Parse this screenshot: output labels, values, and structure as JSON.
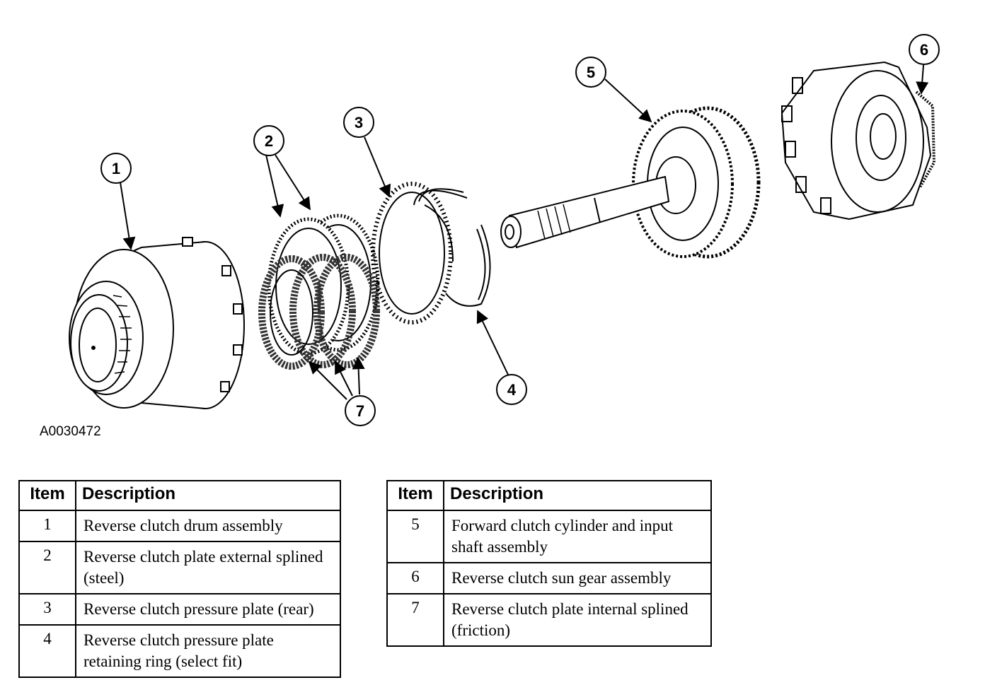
{
  "figure_id": "A0030472",
  "callouts": [
    "1",
    "2",
    "3",
    "4",
    "5",
    "6",
    "7"
  ],
  "legend_header": {
    "item": "Item",
    "description": "Description"
  },
  "legend_left": [
    {
      "item": "1",
      "description": "Reverse clutch drum assembly"
    },
    {
      "item": "2",
      "description": "Reverse clutch plate external splined (steel)"
    },
    {
      "item": "3",
      "description": "Reverse clutch pressure plate (rear)"
    },
    {
      "item": "4",
      "description": "Reverse clutch pressure plate retaining ring (select fit)"
    }
  ],
  "legend_right": [
    {
      "item": "5",
      "description": "Forward clutch cylinder and input shaft assembly"
    },
    {
      "item": "6",
      "description": "Reverse clutch sun gear assembly"
    },
    {
      "item": "7",
      "description": "Reverse clutch plate internal splined (friction)"
    }
  ]
}
